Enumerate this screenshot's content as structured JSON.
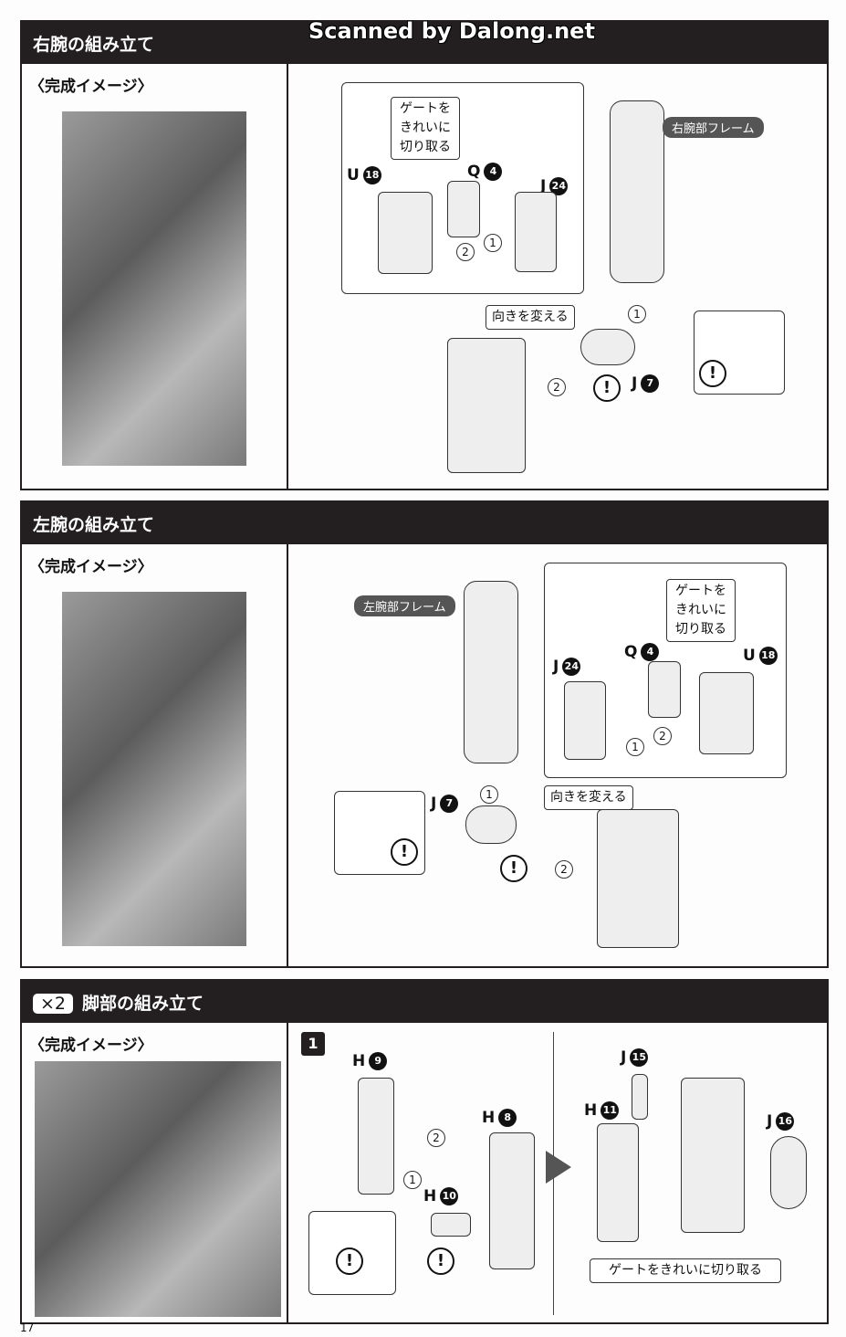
{
  "watermark": "Scanned by Dalong.net",
  "sections": [
    {
      "title": "右腕の組み立て",
      "caption": "〈完成イメージ〉",
      "gate_note": [
        "ゲートを",
        "きれいに",
        "切り取る"
      ],
      "frame_label": "右腕部フレーム",
      "direction_label": "向きを変える",
      "parts": [
        {
          "letter": "U",
          "num": "18"
        },
        {
          "letter": "Q",
          "num": "4"
        },
        {
          "letter": "J",
          "num": "24"
        },
        {
          "letter": "J",
          "num": "7"
        }
      ],
      "steps": [
        "1",
        "2",
        "1",
        "2"
      ],
      "warning": "!"
    },
    {
      "title": "左腕の組み立て",
      "caption": "〈完成イメージ〉",
      "gate_note": [
        "ゲートを",
        "きれいに",
        "切り取る"
      ],
      "frame_label": "左腕部フレーム",
      "direction_label": "向きを変える",
      "parts": [
        {
          "letter": "J",
          "num": "24"
        },
        {
          "letter": "Q",
          "num": "4"
        },
        {
          "letter": "U",
          "num": "18"
        },
        {
          "letter": "J",
          "num": "7"
        }
      ],
      "steps": [
        "1",
        "2",
        "1",
        "2"
      ],
      "warning": "!"
    },
    {
      "multiplier": "×2",
      "title": "脚部の組み立て",
      "caption": "〈完成イメージ〉",
      "step_number": "1",
      "parts": [
        {
          "letter": "H",
          "num": "9"
        },
        {
          "letter": "H",
          "num": "8"
        },
        {
          "letter": "H",
          "num": "10"
        },
        {
          "letter": "J",
          "num": "15"
        },
        {
          "letter": "H",
          "num": "11"
        },
        {
          "letter": "J",
          "num": "16"
        }
      ],
      "steps": [
        "2",
        "1"
      ],
      "gate_note": "ゲートをきれいに切り取る",
      "warning": "!"
    }
  ],
  "page_number": "17"
}
